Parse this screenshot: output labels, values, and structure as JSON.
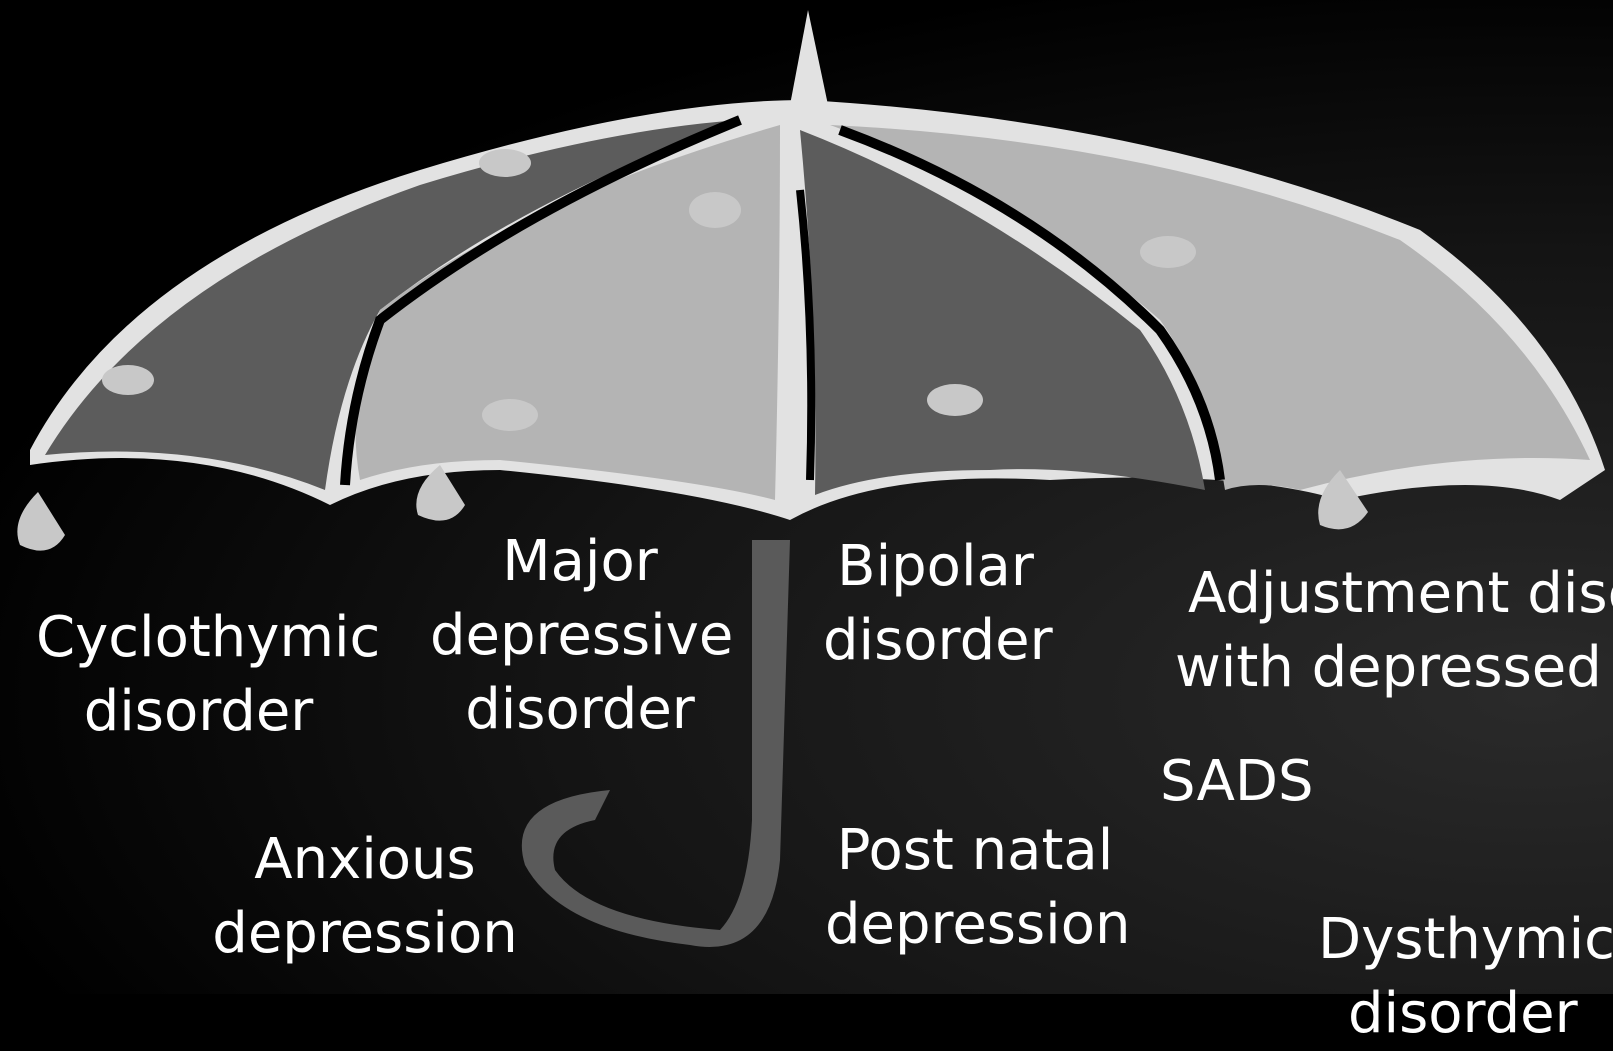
{
  "labels": {
    "cyclothymic": {
      "line1": "Cyclothymic",
      "line2": "disorder"
    },
    "major": {
      "line1": "Major",
      "line2": "depressive",
      "line3": "disorder"
    },
    "bipolar": {
      "line1": "Bipolar",
      "line2": "disorder"
    },
    "adjustment": {
      "line1": "Adjustment disc",
      "line2": "with depressed r"
    },
    "sads": "SADS",
    "anxious": {
      "line1": "Anxious",
      "line2": "depression"
    },
    "postnatal": {
      "line1": "Post natal",
      "line2": "depression"
    },
    "dysthymic": {
      "line1": "Dysthymic",
      "line2": "disorder"
    }
  },
  "colors": {
    "background": "#000000",
    "canopy_light": "#b4b4b4",
    "canopy_dark": "#5c5c5c",
    "outline": "#e2e2e2",
    "handle": "#5a5a5a",
    "text": "#ffffff"
  }
}
